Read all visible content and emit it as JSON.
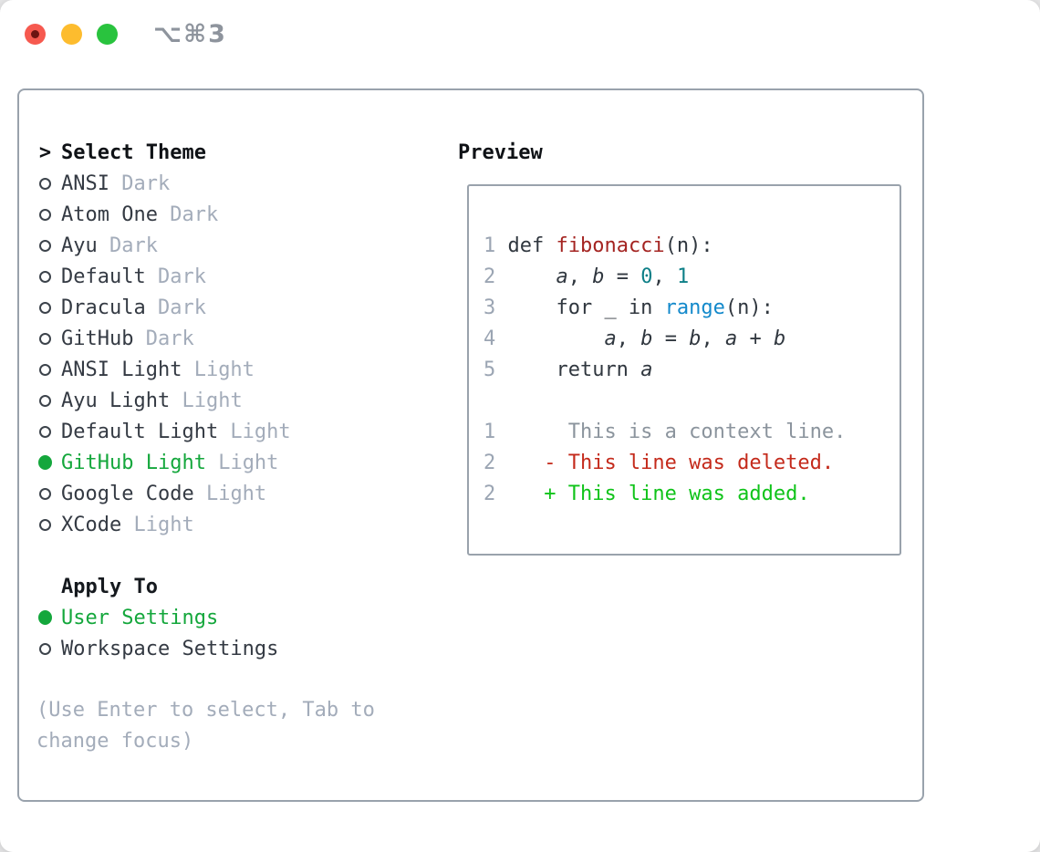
{
  "titlebar": {
    "title": "⌥⌘3",
    "traffic_lights": [
      {
        "name": "close",
        "color": "#f6594f"
      },
      {
        "name": "minimize",
        "color": "#fdbc2e"
      },
      {
        "name": "zoom",
        "color": "#29c33e"
      }
    ]
  },
  "theme_selector": {
    "header": {
      "marker": ">",
      "label": "Select Theme"
    },
    "items": [
      {
        "name": "ANSI",
        "variant": "Dark",
        "selected": false
      },
      {
        "name": "Atom One",
        "variant": "Dark",
        "selected": false
      },
      {
        "name": "Ayu",
        "variant": "Dark",
        "selected": false
      },
      {
        "name": "Default",
        "variant": "Dark",
        "selected": false
      },
      {
        "name": "Dracula",
        "variant": "Dark",
        "selected": false
      },
      {
        "name": "GitHub",
        "variant": "Dark",
        "selected": false
      },
      {
        "name": "ANSI Light",
        "variant": "Light",
        "selected": false
      },
      {
        "name": "Ayu Light",
        "variant": "Light",
        "selected": false
      },
      {
        "name": "Default Light",
        "variant": "Light",
        "selected": false
      },
      {
        "name": "GitHub Light",
        "variant": "Light",
        "selected": true
      },
      {
        "name": "Google Code",
        "variant": "Light",
        "selected": false
      },
      {
        "name": "XCode",
        "variant": "Light",
        "selected": false
      }
    ]
  },
  "apply_to": {
    "label": "Apply To",
    "options": [
      {
        "label": "User Settings",
        "selected": true
      },
      {
        "label": "Workspace Settings",
        "selected": false
      }
    ]
  },
  "hint": "(Use Enter to select, Tab to change focus)",
  "preview": {
    "label": "Preview",
    "lines": [
      {
        "num": "1",
        "tokens": [
          {
            "text": " def ",
            "type": "plain"
          },
          {
            "text": "fibonacci",
            "type": "fn"
          },
          {
            "text": "(n):",
            "type": "plain"
          }
        ]
      },
      {
        "num": "2",
        "tokens": [
          {
            "text": "     ",
            "type": "plain"
          },
          {
            "text": "a",
            "type": "var"
          },
          {
            "text": ", ",
            "type": "plain"
          },
          {
            "text": "b",
            "type": "var"
          },
          {
            "text": " = ",
            "type": "plain"
          },
          {
            "text": "0",
            "type": "num"
          },
          {
            "text": ", ",
            "type": "plain"
          },
          {
            "text": "1",
            "type": "num"
          }
        ]
      },
      {
        "num": "3",
        "tokens": [
          {
            "text": "     for _ in ",
            "type": "plain"
          },
          {
            "text": "range",
            "type": "builtin"
          },
          {
            "text": "(n):",
            "type": "plain"
          }
        ]
      },
      {
        "num": "4",
        "tokens": [
          {
            "text": "         ",
            "type": "plain"
          },
          {
            "text": "a",
            "type": "var"
          },
          {
            "text": ", ",
            "type": "plain"
          },
          {
            "text": "b",
            "type": "var"
          },
          {
            "text": " = ",
            "type": "plain"
          },
          {
            "text": "b",
            "type": "var"
          },
          {
            "text": ", ",
            "type": "plain"
          },
          {
            "text": "a",
            "type": "var"
          },
          {
            "text": " + ",
            "type": "plain"
          },
          {
            "text": "b",
            "type": "var"
          }
        ]
      },
      {
        "num": "5",
        "tokens": [
          {
            "text": "     return ",
            "type": "plain"
          },
          {
            "text": "a",
            "type": "var"
          }
        ]
      },
      {
        "num": "",
        "tokens": []
      },
      {
        "num": "1",
        "tokens": [
          {
            "text": "      This is a context line.",
            "type": "ctx"
          }
        ]
      },
      {
        "num": "2",
        "tokens": [
          {
            "text": "    ",
            "type": "plain"
          },
          {
            "text": "- This line was deleted.",
            "type": "del"
          }
        ]
      },
      {
        "num": "2",
        "tokens": [
          {
            "text": "    ",
            "type": "plain"
          },
          {
            "text": "+ This line was added.",
            "type": "add"
          }
        ]
      }
    ]
  },
  "colors": {
    "panel_border": "#99a2ac",
    "text_primary": "#343a43",
    "text_muted": "#a3acba",
    "selection_green": "#14a73c",
    "syntax_function_red": "#a42421",
    "syntax_number_teal": "#0d7f87",
    "syntax_builtin_blue": "#1389cb",
    "diff_deleted_red": "#c42a1b",
    "diff_added_green": "#0fc319"
  }
}
